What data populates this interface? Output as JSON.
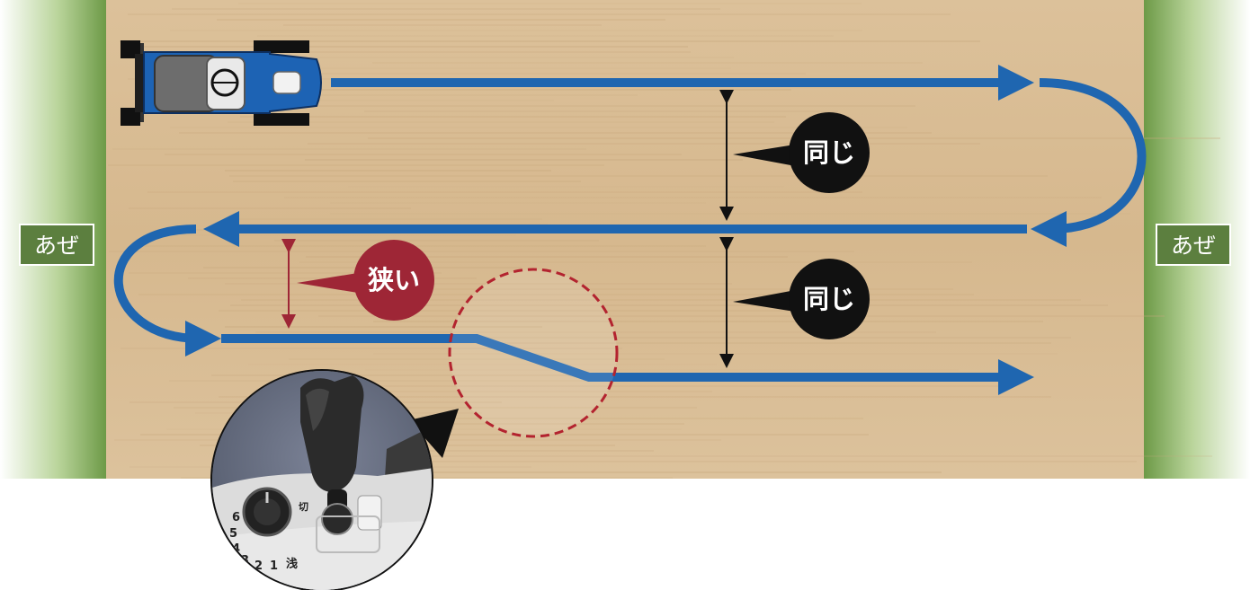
{
  "labels": {
    "aze_left": "あぜ",
    "aze_right": "あぜ",
    "same_top": "同じ",
    "same_bottom": "同じ",
    "narrow": "狭い"
  },
  "controller_labels": {
    "dial_numbers": [
      "6",
      "5",
      "4",
      "3",
      "2",
      "1"
    ],
    "dial_end": "浅",
    "switch_mark": "切"
  },
  "colors": {
    "path_blue": "#1f66b0",
    "aze_green": "#5c7f3f",
    "field_wood": "#d9bd94",
    "narrow_red": "#9e2636",
    "callout_black": "#111111",
    "dashed_circle": "#b3232f"
  },
  "icons": {
    "tractor": "tractor-top-view-icon",
    "controller": "joystick-controller-photo"
  }
}
